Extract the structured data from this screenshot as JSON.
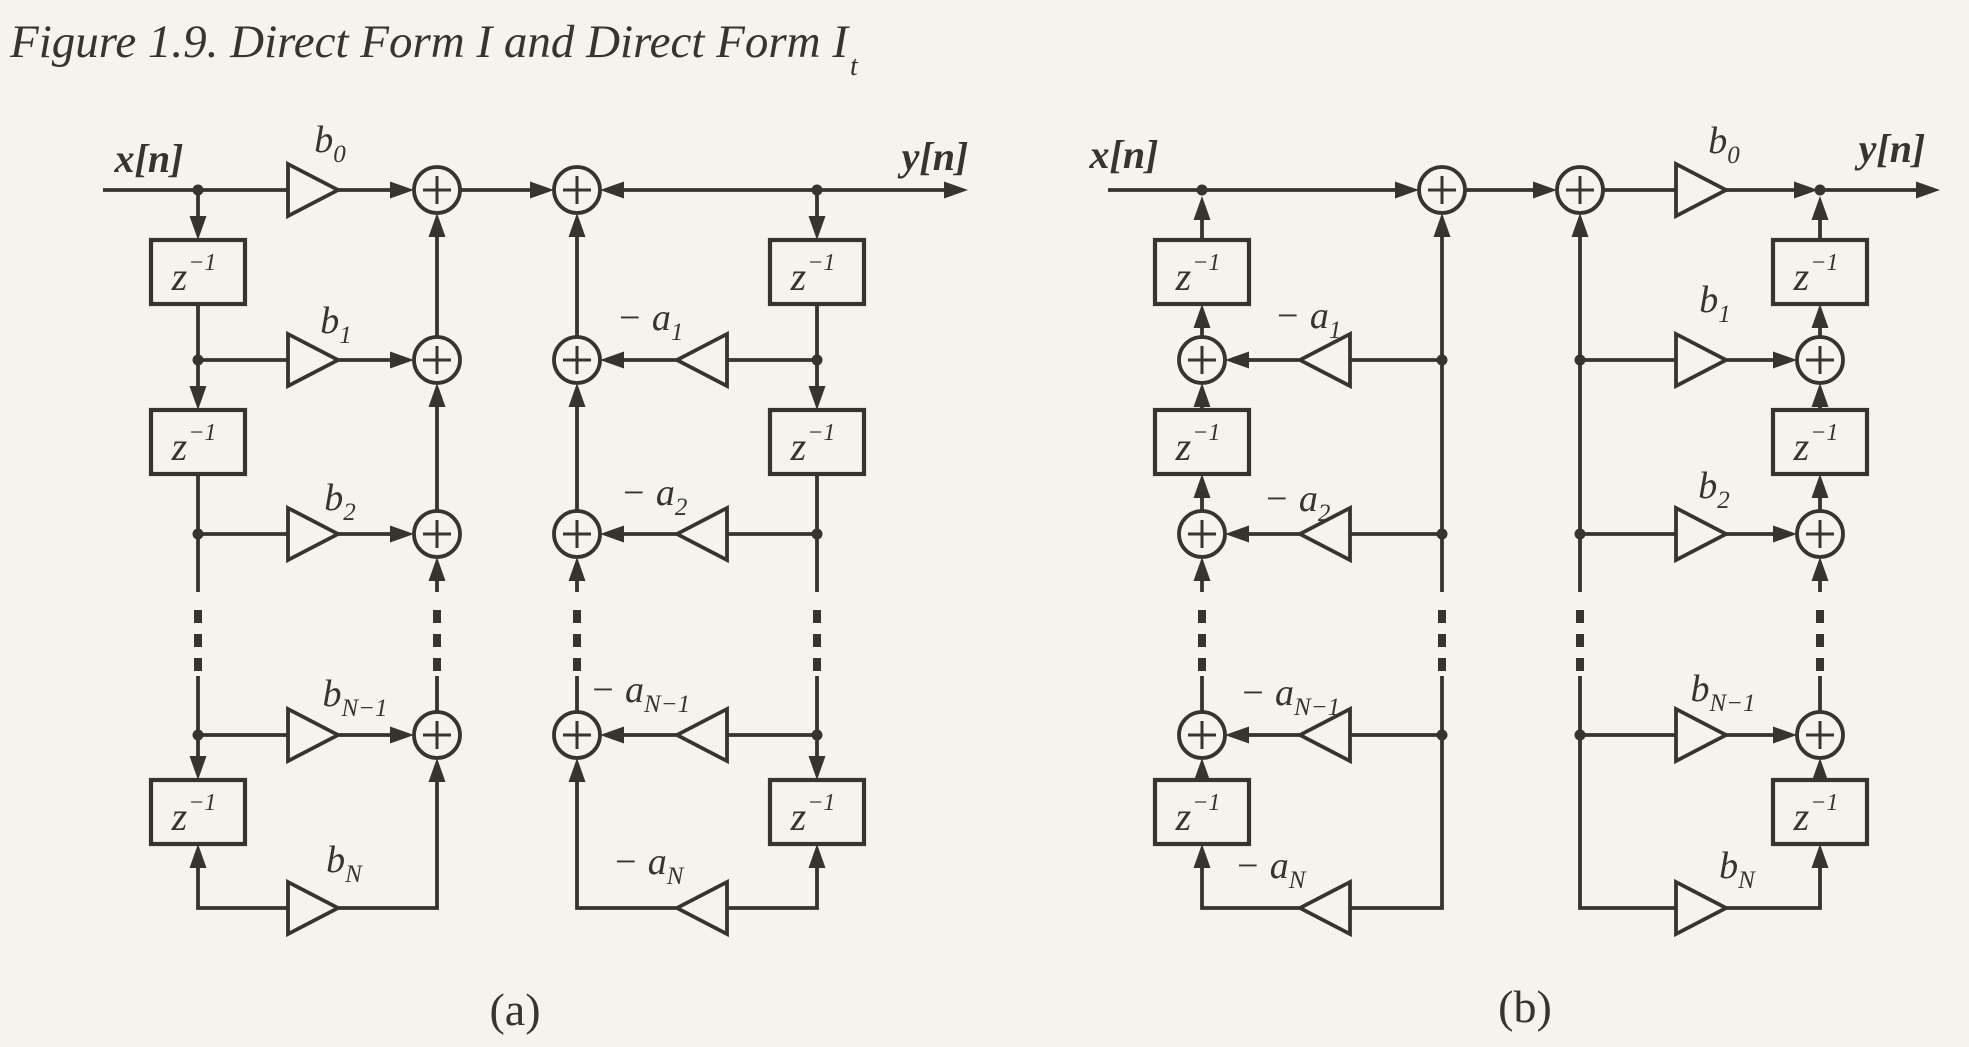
{
  "title": {
    "text": "Figure 1.9. Direct Form I and Direct Form I",
    "subscript": "t"
  },
  "labels": {
    "delay_base": "z",
    "delay_sup": "−1",
    "adder_symbol": "+"
  },
  "diagram_a": {
    "caption": "(a)",
    "input": "x[n]",
    "output": "y[n]",
    "gains_b": [
      {
        "base": "b",
        "sub": "0"
      },
      {
        "base": "b",
        "sub": "1"
      },
      {
        "base": "b",
        "sub": "2"
      },
      {
        "base": "b",
        "sub": "N−1"
      },
      {
        "base": "b",
        "sub": "N"
      }
    ],
    "gains_a": [
      {
        "base": "− a",
        "sub": "1"
      },
      {
        "base": "− a",
        "sub": "2"
      },
      {
        "base": "− a",
        "sub": "N−1"
      },
      {
        "base": "− a",
        "sub": "N"
      }
    ]
  },
  "diagram_b": {
    "caption": "(b)",
    "input": "x[n]",
    "output": "y[n]",
    "gains_b": [
      {
        "base": "b",
        "sub": "0"
      },
      {
        "base": "b",
        "sub": "1"
      },
      {
        "base": "b",
        "sub": "2"
      },
      {
        "base": "b",
        "sub": "N−1"
      },
      {
        "base": "b",
        "sub": "N"
      }
    ],
    "gains_a": [
      {
        "base": "− a",
        "sub": "1"
      },
      {
        "base": "− a",
        "sub": "2"
      },
      {
        "base": "− a",
        "sub": "N−1"
      },
      {
        "base": "− a",
        "sub": "N"
      }
    ]
  }
}
